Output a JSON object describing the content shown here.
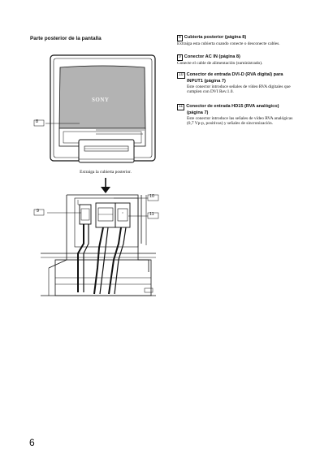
{
  "section_title": "Parte posterior de la pantalla",
  "items": [
    {
      "number": "8",
      "title": "Cubierta posterior (página 8)",
      "desc": [
        "Extraiga esta cubierta cuando conecte o desconecte cables."
      ]
    },
    {
      "number": "9",
      "title": "Conector AC IN (página 8)",
      "desc": [
        "Conecte el cable de alimentación (suministrado)."
      ]
    },
    {
      "number": "10",
      "title": "Conector de entrada DVI-D (RVA digital) para",
      "title2": "INPUT1 (página 7)",
      "desc": [
        "Este conector introduce señales de vídeo RVA digitales que",
        "cumplen con DVI Rev.1.0."
      ]
    },
    {
      "number": "11",
      "title": "Conector de entrada HD15 (RVA analógico)",
      "title2": "(página 7)",
      "desc": [
        "Este conector introduce las señales de vídeo RVA analógicas",
        "(0,7 Vp-p, positivas) y señales de sincronización."
      ]
    }
  ],
  "figure": {
    "brand": "SONY",
    "callout_8": "8",
    "callout_9": "9",
    "callout_10": "10",
    "callout_11": "11",
    "caption": "Extraiga la cubierta posterior."
  },
  "page_number": "6"
}
